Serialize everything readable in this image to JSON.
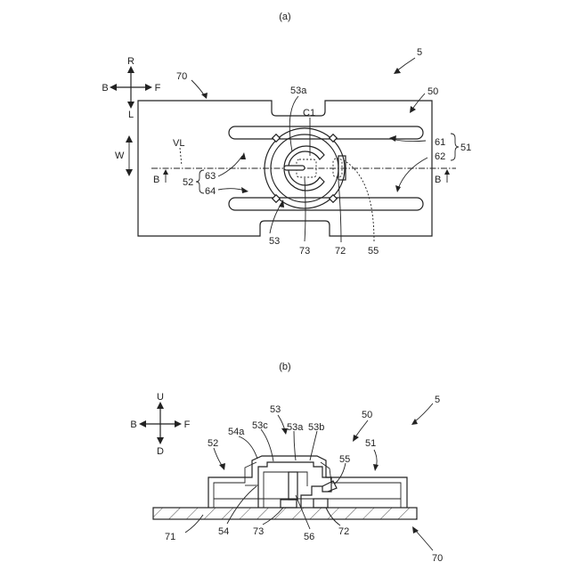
{
  "panels": {
    "a": {
      "label": "(a)"
    },
    "b": {
      "label": "(b)"
    }
  },
  "compass_a": {
    "top": "R",
    "bottom": "L",
    "left": "B",
    "right": "F"
  },
  "compass_b": {
    "top": "U",
    "bottom": "D",
    "left": "B",
    "right": "F"
  },
  "labels_a": {
    "ref5": "5",
    "ref70": "70",
    "ref50": "50",
    "ref53a": "53a",
    "refC1": "C1",
    "refW": "W",
    "refVL": "VL",
    "ref61": "61",
    "ref62": "62",
    "ref51": "51",
    "ref63": "63",
    "ref64": "64",
    "ref52": "52",
    "secBleft": "B",
    "secBright": "B",
    "ref53": "53",
    "ref73": "73",
    "ref72": "72",
    "ref55": "55"
  },
  "labels_b": {
    "ref5": "5",
    "ref50": "50",
    "ref53": "53",
    "ref53c": "53c",
    "ref53a": "53a",
    "ref53b": "53b",
    "ref54a": "54a",
    "ref52": "52",
    "ref51": "51",
    "ref55": "55",
    "ref71": "71",
    "ref54": "54",
    "ref73": "73",
    "ref56": "56",
    "ref72": "72",
    "ref70": "70"
  }
}
